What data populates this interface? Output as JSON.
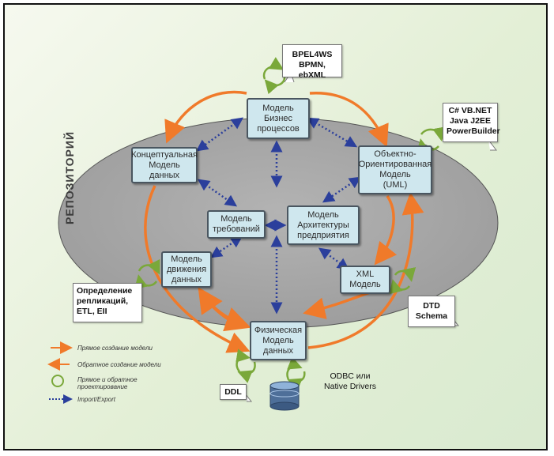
{
  "repository_label": "РЕПОЗИТОРИЙ",
  "models": {
    "business": "Модель\nБизнес\nпроцессов",
    "conceptual": "Концептуальная\nМодель\nданных",
    "oo": "Объектно-\nОриентированная\nМодель\n(UML)",
    "requirements": "Модель\nтребований",
    "architecture": "Модель\nАрхитектуры\nпредприятия",
    "data_flow": "Модель\nдвижения\nданных",
    "xml": "XML\nМодель",
    "physical": "Физическая\nМодель\nданных"
  },
  "notes": {
    "bpel": "BPEL4WS\nBPMN, ebXML",
    "lang": "C# VB.NET\nJava J2EE\nPowerBuilder",
    "replication": "Определение\nрепликаций,\nETL, EII",
    "dtd": "DTD\nSchema",
    "ddl": "DDL",
    "odbc": "ODBC или\nNative Drivers"
  },
  "legend": {
    "forward": "Прямое создание модели",
    "reverse": "Обратное создание модели",
    "roundtrip": "Прямое и обратное\nпроектирование",
    "import_export": "Import/Export"
  },
  "colors": {
    "orange_arrow": "#f07a2a",
    "blue_arrow": "#2b3f9c",
    "green_cycle": "#7aa83a",
    "box_fill": "#cfe7ee",
    "ellipse_fill": "#a9a9a9"
  }
}
